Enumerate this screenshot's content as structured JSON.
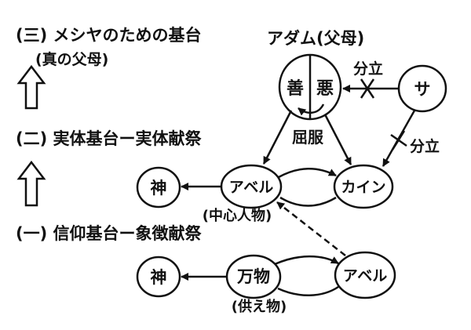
{
  "stages": {
    "stage3": {
      "heading": "(三) メシヤのための基台",
      "sub": "(真の父母)"
    },
    "stage2": {
      "heading": "(二) 実体基台ー実体献祭"
    },
    "stage1": {
      "heading": "(一) 信仰基台ー象徴献祭"
    }
  },
  "adam": {
    "label": "アダム(父母)",
    "good": "善",
    "evil": "悪",
    "submission": "屈服"
  },
  "satan": {
    "label": "サ",
    "separation_1": "分立",
    "separation_2": "分立"
  },
  "substantial": {
    "god": "神",
    "abel": "アベル",
    "cain": "カイン",
    "central_person": "(中心人物)"
  },
  "faith": {
    "god": "神",
    "all_things": "万物",
    "abel": "アベル",
    "offering": "(供え物)"
  },
  "colors": {
    "ink": "#111111",
    "background": "#ffffff"
  },
  "icons": [
    "up-arrow-icon",
    "up-arrow-icon",
    "cross-mark-icon",
    "cross-mark-icon"
  ]
}
